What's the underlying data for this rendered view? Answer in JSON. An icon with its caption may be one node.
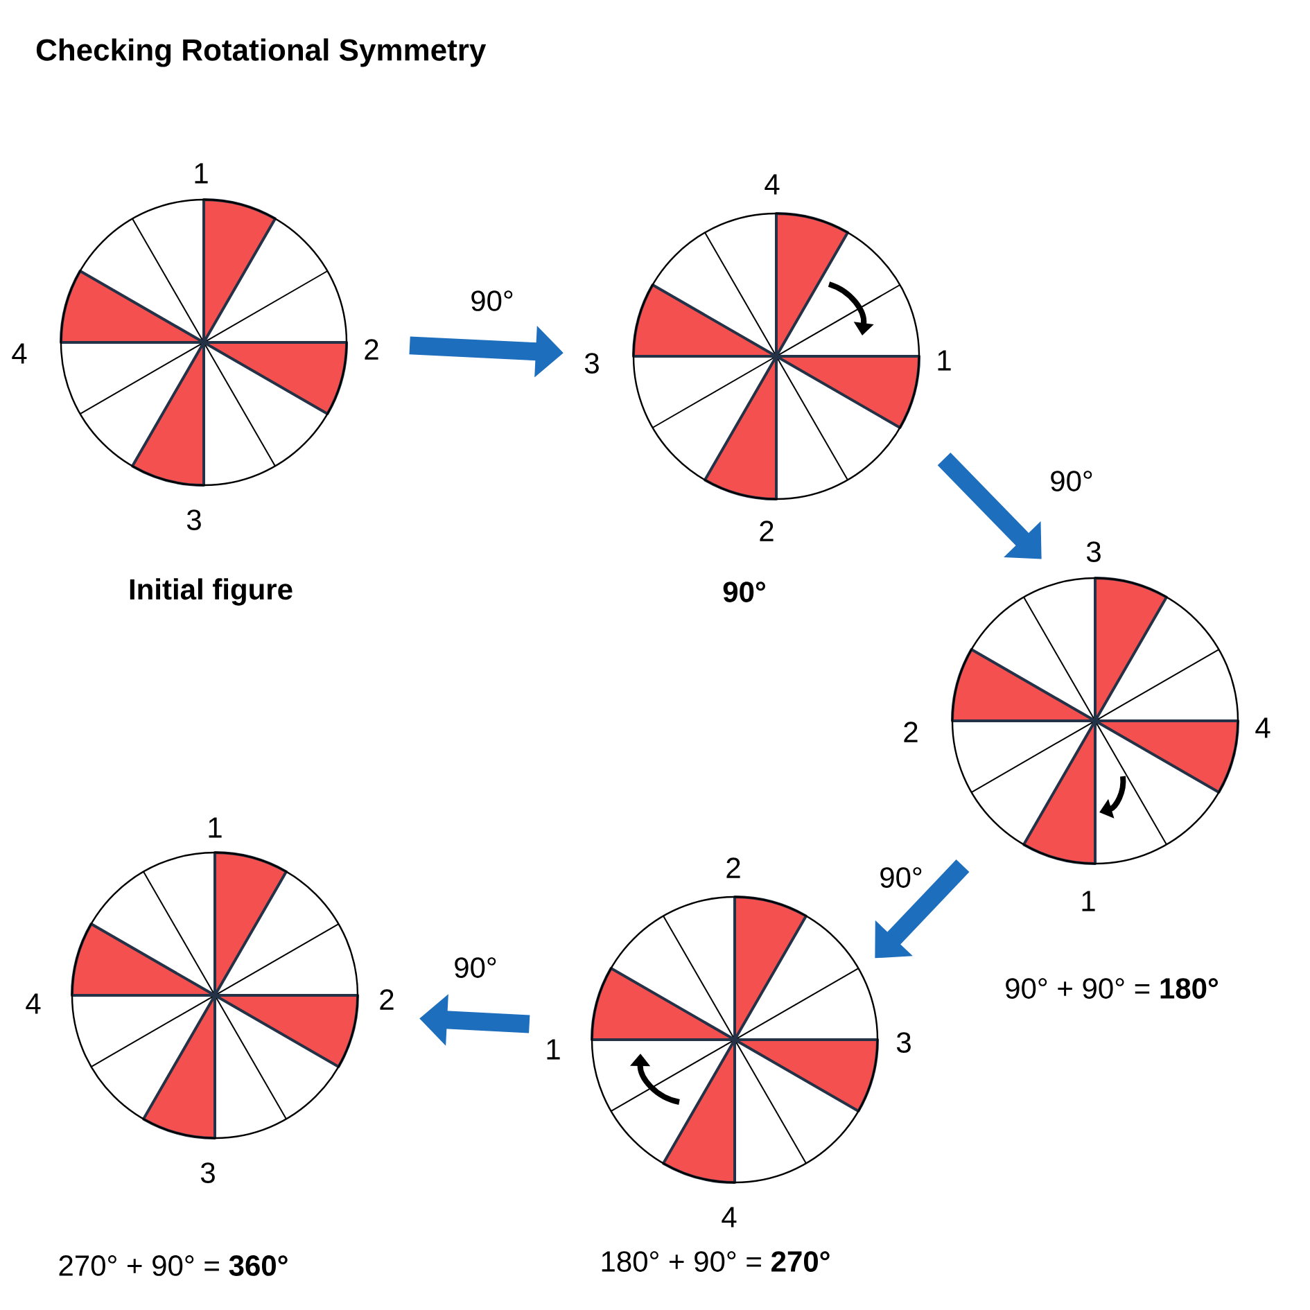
{
  "diagram": {
    "title": "Checking Rotational Symmetry",
    "nodes": [
      {
        "text": [],
        "shape": "circle",
        "beside": [
          "**Initial figure**"
        ]
      },
      {
        "text": [],
        "shape": "circle",
        "beside": [
          "**90°**"
        ]
      },
      {
        "text": [],
        "shape": "circle",
        "beside": [
          "90° + 90° = **180°**"
        ]
      },
      {
        "text": [],
        "shape": "circle",
        "beside": [
          "180° + 90° = **270°**"
        ]
      },
      {
        "text": [],
        "shape": "circle"
      }
    ],
    "edges": [
      {
        "from": 0,
        "to": 1,
        "arrow": "to",
        "label": "90°"
      },
      {
        "from": 1,
        "to": 2,
        "arrow": "to",
        "label": "90°"
      },
      {
        "from": 2,
        "to": 3,
        "arrow": "to",
        "label": "90°"
      },
      {
        "from": 3,
        "to": 4,
        "arrow": "to",
        "label": "90°"
      }
    ],
    "labels": [
      "1",
      "2",
      "3",
      "4",
      "4",
      "1",
      "2",
      "3",
      "3",
      "4",
      "1",
      "2",
      "2",
      "3",
      "4",
      "1",
      "1",
      "2",
      "3",
      "4",
      "270° + 90° = **360°**"
    ]
  }
}
